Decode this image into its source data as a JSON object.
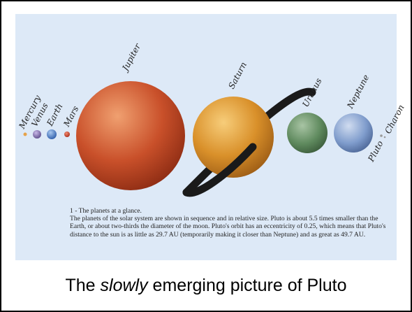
{
  "figure": {
    "labels": {
      "mercury": "Mercury",
      "venus": "Venus",
      "earth": "Earth",
      "mars": "Mars",
      "jupiter": "Jupiter",
      "saturn": "Saturn",
      "uranus": "Uranus",
      "neptune": "Neptune",
      "pluto": "Pluto",
      "charon": "Charon"
    },
    "colors": {
      "background": "#dde9f7",
      "mercury": "#e6a24a",
      "venus": "#7d6aa8",
      "earth": "#3f77c9",
      "mars": "#d8452a",
      "jupiter": "#c9502a",
      "saturn": "#d9902a",
      "saturn_ring": "#1a1a1a",
      "uranus": "#5f8a5e",
      "neptune": "#7f9ccc",
      "pluto": "#9a9a9a"
    },
    "caption": {
      "title": "1 - The planets at a glance.",
      "body": "The planets of the solar system are shown in sequence and in relative size. Pluto is about 5.5 times smaller than the Earth, or about two-thirds the diameter of the moon. Pluto's orbit has an eccentricity of 0.25, which means that Pluto's distance to the sun is as little as 29.7 AU (temporarily making it closer than Neptune) and as great as 49.7 AU."
    }
  },
  "footer": {
    "before": "The ",
    "emphasis": "slowly",
    "after": " emerging picture of Pluto"
  }
}
